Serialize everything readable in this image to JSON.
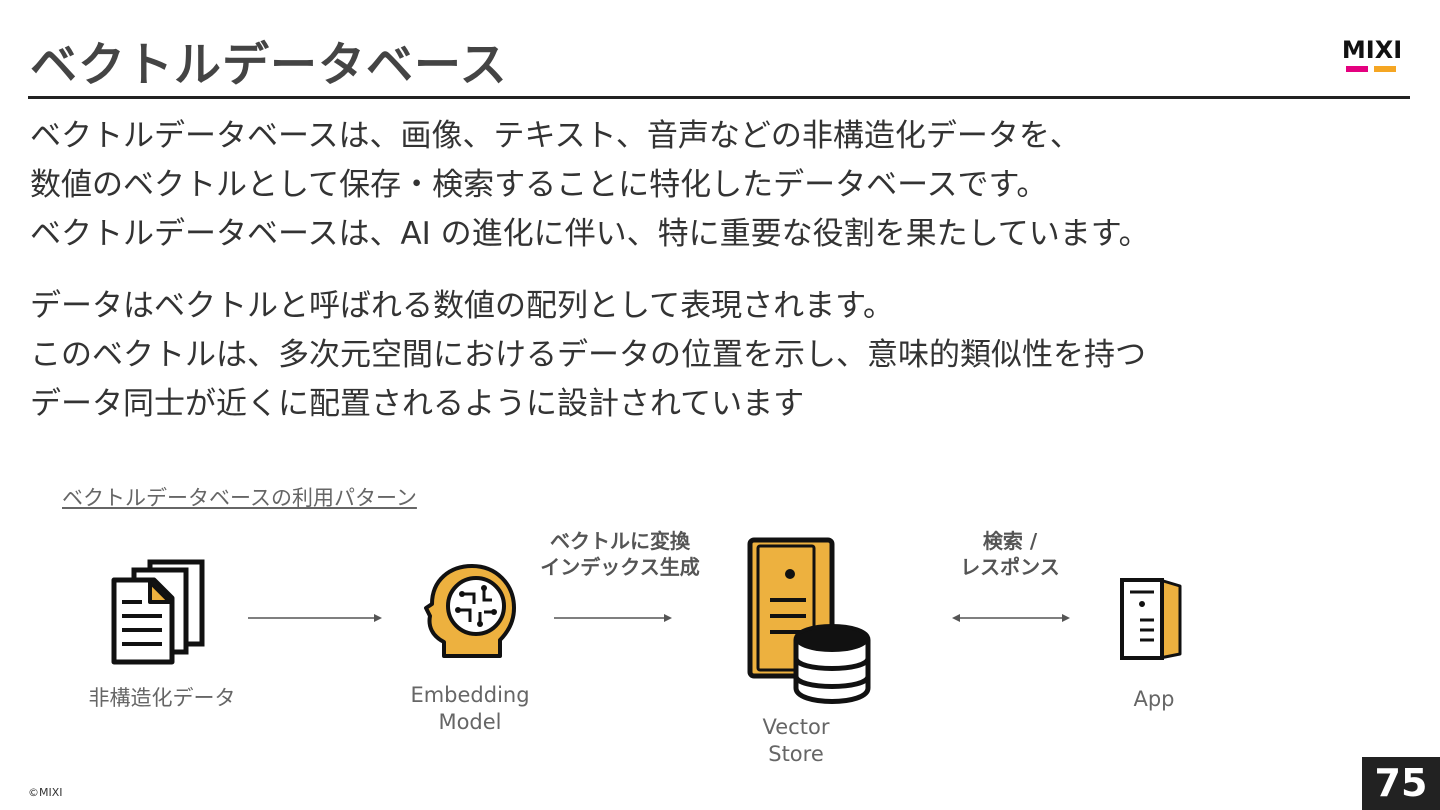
{
  "slide": {
    "title": "ベクトルデータベース",
    "logo_text": "MIXI",
    "paragraph1": [
      "ベクトルデータベースは、画像、テキスト、音声などの非構造化データを、",
      "数値のベクトルとして保存・検索することに特化したデータベースです。",
      "ベクトルデータベースは、AI の進化に伴い、特に重要な役割を果たしています。"
    ],
    "paragraph2": [
      "データはベクトルと呼ばれる数値の配列として表現されます。",
      "このベクトルは、多次元空間におけるデータの位置を示し、意味的類似性を持つ",
      "データ同士が近くに配置されるように設計されています"
    ],
    "section_label": "ベクトルデータベースの利用パターン",
    "copyright": "©MIXI",
    "page_number": "75"
  },
  "diagram": {
    "nodes": [
      {
        "id": "unstructured",
        "icon": "documents-icon",
        "label": "非構造化データ"
      },
      {
        "id": "embedding",
        "icon": "ai-head-icon",
        "label_lines": [
          "Embedding",
          "Model"
        ]
      },
      {
        "id": "vector_store",
        "icon": "server-database-icon",
        "label_lines": [
          "Vector",
          "Store"
        ]
      },
      {
        "id": "app",
        "icon": "app-server-icon",
        "label": "App"
      }
    ],
    "edges": [
      {
        "from": "unstructured",
        "to": "embedding",
        "direction": "forward"
      },
      {
        "from": "embedding",
        "to": "vector_store",
        "direction": "forward",
        "label_lines": [
          "ベクトルに変換",
          "インデックス生成"
        ]
      },
      {
        "from": "vector_store",
        "to": "app",
        "direction": "both",
        "label_lines": [
          "検索 /",
          "レスポンス"
        ]
      }
    ]
  },
  "colors": {
    "accent_orange": "#EDB13F",
    "logo_red": "#E4007F",
    "logo_orange": "#F5A623",
    "text_dark": "#333333",
    "rule": "#222222"
  }
}
